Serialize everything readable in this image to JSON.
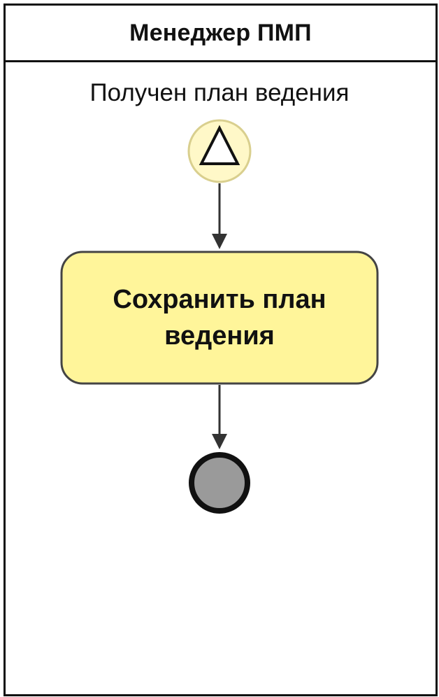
{
  "lane": {
    "title": "Менеджер ПМП"
  },
  "start_event": {
    "label": "Получен план ведения",
    "icon": "triangle-signal-icon"
  },
  "task": {
    "label": "Сохранить план ведения"
  },
  "end_event": {
    "icon": "end-event-circle-icon"
  },
  "colors": {
    "task_fill": "#FFF59A",
    "start_fill": "#FFF8C8",
    "end_fill": "#9A9A9A",
    "stroke": "#111111"
  }
}
